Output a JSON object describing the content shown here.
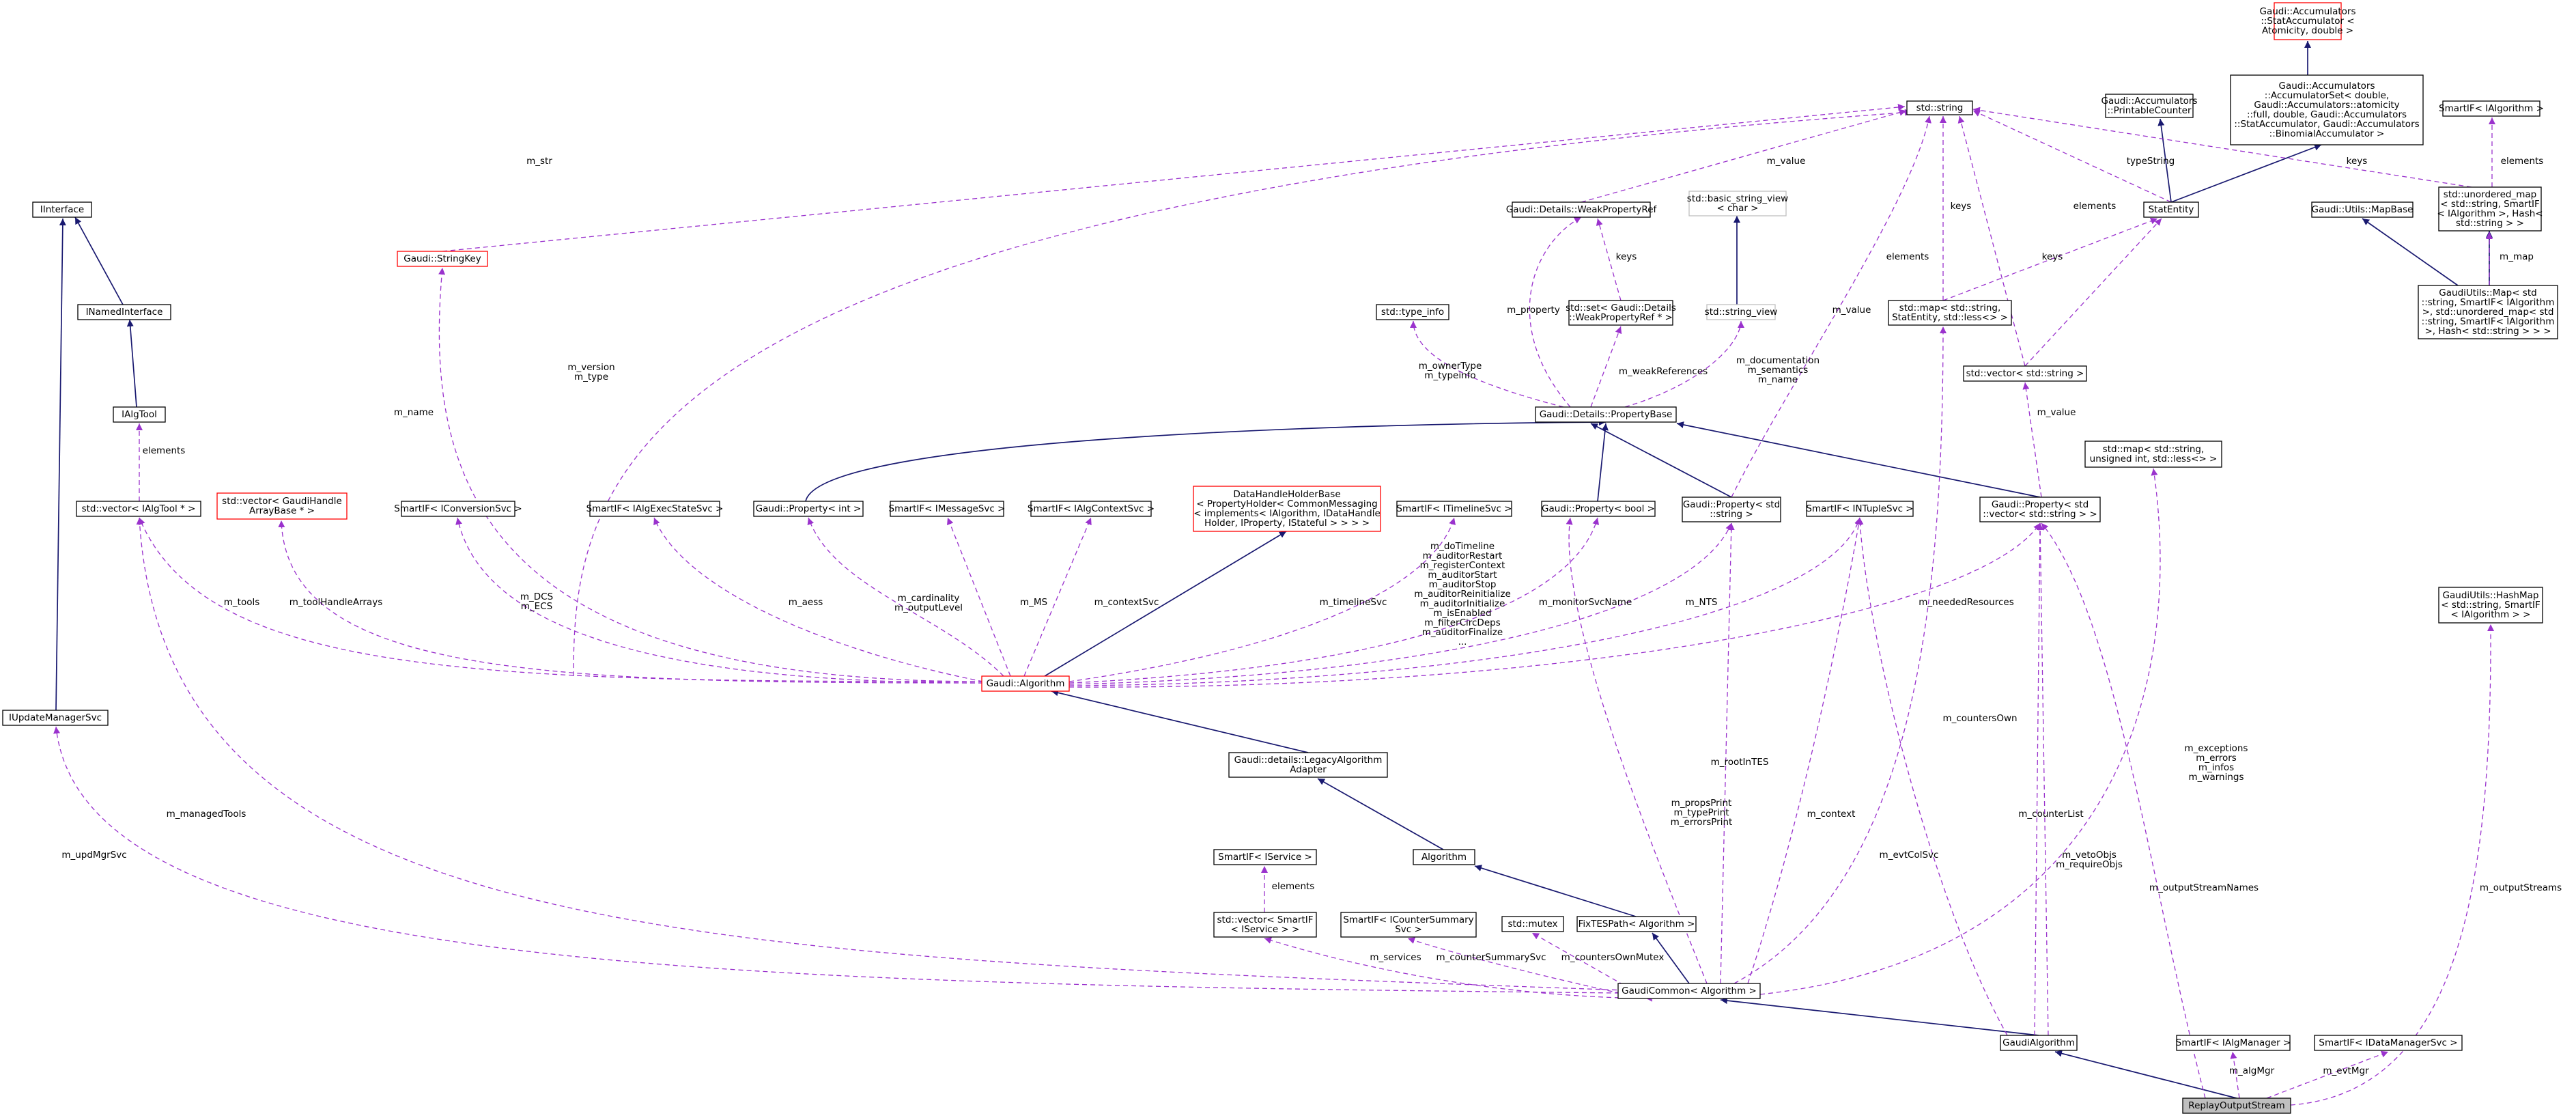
{
  "colors": {
    "inheritance_edge": "#191970",
    "usage_edge": "#9a32cd",
    "node_border": "#000000",
    "undocumented_node_border": "#ff0000",
    "external_node_border": "#bfbfbf",
    "focus_node_fill": "#bfbfbf"
  },
  "nodes": [
    {
      "id": "n_acc_stataccum",
      "lines": [
        "Gaudi::Accumulators",
        "::StatAccumulator <",
        "Atomicity, double >"
      ],
      "style": "red"
    },
    {
      "id": "n_std_string",
      "lines": [
        "std::string"
      ],
      "style": "normal"
    },
    {
      "id": "n_printable",
      "lines": [
        "Gaudi::Accumulators",
        "::PrintableCounter"
      ],
      "style": "normal"
    },
    {
      "id": "n_acc_set",
      "lines": [
        "Gaudi::Accumulators",
        "::AccumulatorSet< double,",
        "Gaudi::Accumulators::atomicity",
        "::full, double, Gaudi::Accumulators",
        "::StatAccumulator, Gaudi::Accumulators",
        "::BinomialAccumulator >"
      ],
      "style": "normal"
    },
    {
      "id": "n_smartif_ialg_top",
      "lines": [
        "SmartIF< IAlgorithm >"
      ],
      "style": "normal"
    },
    {
      "id": "n_iinterface",
      "lines": [
        "IInterface"
      ],
      "style": "normal"
    },
    {
      "id": "n_stringkey",
      "lines": [
        "Gaudi::StringKey"
      ],
      "style": "red"
    },
    {
      "id": "n_weakpropref",
      "lines": [
        "Gaudi::Details::WeakPropertyRef"
      ],
      "style": "normal"
    },
    {
      "id": "n_basic_sv",
      "lines": [
        "std::basic_string_view",
        "< char >"
      ],
      "style": "gray"
    },
    {
      "id": "n_statentity",
      "lines": [
        "StatEntity"
      ],
      "style": "normal"
    },
    {
      "id": "n_unordered_map",
      "lines": [
        "std::unordered_map",
        "< std::string, SmartIF",
        "< IAlgorithm >, Hash<",
        "std::string > >"
      ],
      "style": "normal"
    },
    {
      "id": "n_mapbase",
      "lines": [
        "Gaudi::Utils::MapBase"
      ],
      "style": "normal"
    },
    {
      "id": "n_inamedinterface",
      "lines": [
        "INamedInterface"
      ],
      "style": "normal"
    },
    {
      "id": "n_type_info",
      "lines": [
        "std::type_info"
      ],
      "style": "normal"
    },
    {
      "id": "n_set_weakref",
      "lines": [
        "std::set< Gaudi::Details",
        "::WeakPropertyRef * >"
      ],
      "style": "normal"
    },
    {
      "id": "n_string_view",
      "lines": [
        "std::string_view"
      ],
      "style": "gray"
    },
    {
      "id": "n_map_statentity",
      "lines": [
        "std::map< std::string,",
        "StatEntity, std::less<> >"
      ],
      "style": "normal"
    },
    {
      "id": "n_gaudiutils_map",
      "lines": [
        "GaudiUtils::Map< std",
        "::string, SmartIF< IAlgorithm",
        ">, std::unordered_map< std",
        "::string, SmartIF< IAlgorithm",
        ">, Hash< std::string > > >"
      ],
      "style": "normal"
    },
    {
      "id": "n_ialgtool",
      "lines": [
        "IAlgTool"
      ],
      "style": "normal"
    },
    {
      "id": "n_vector_string",
      "lines": [
        "std::vector< std::string >"
      ],
      "style": "normal"
    },
    {
      "id": "n_propertybase",
      "lines": [
        "Gaudi::Details::PropertyBase"
      ],
      "style": "normal"
    },
    {
      "id": "n_map_uint",
      "lines": [
        "std::map< std::string,",
        "unsigned int, std::less<> >"
      ],
      "style": "normal"
    },
    {
      "id": "n_vector_ialgtool",
      "lines": [
        "std::vector< IAlgTool * >"
      ],
      "style": "normal"
    },
    {
      "id": "n_vector_handle",
      "lines": [
        "std::vector< GaudiHandle",
        "ArrayBase * >"
      ],
      "style": "red"
    },
    {
      "id": "n_smartif_iconv",
      "lines": [
        "SmartIF< IConversionSvc >"
      ],
      "style": "normal"
    },
    {
      "id": "n_smartif_iexec",
      "lines": [
        "SmartIF< IAlgExecStateSvc >"
      ],
      "style": "normal"
    },
    {
      "id": "n_prop_int",
      "lines": [
        "Gaudi::Property< int >"
      ],
      "style": "normal"
    },
    {
      "id": "n_smartif_imsg",
      "lines": [
        "SmartIF< IMessageSvc >"
      ],
      "style": "normal"
    },
    {
      "id": "n_smartif_ictx",
      "lines": [
        "SmartIF< IAlgContextSvc >"
      ],
      "style": "normal"
    },
    {
      "id": "n_datahandleholder",
      "lines": [
        "DataHandleHolderBase",
        "< PropertyHolder< CommonMessaging",
        "< implements< IAlgorithm, IDataHandle",
        "Holder, IProperty, IStateful > > > >"
      ],
      "style": "red"
    },
    {
      "id": "n_smartif_itimeline",
      "lines": [
        "SmartIF< ITimelineSvc >"
      ],
      "style": "normal"
    },
    {
      "id": "n_prop_bool",
      "lines": [
        "Gaudi::Property< bool >"
      ],
      "style": "normal"
    },
    {
      "id": "n_prop_string",
      "lines": [
        "Gaudi::Property< std",
        "::string >"
      ],
      "style": "normal"
    },
    {
      "id": "n_smartif_intuple",
      "lines": [
        "SmartIF< INTupleSvc >"
      ],
      "style": "normal"
    },
    {
      "id": "n_prop_vecstring",
      "lines": [
        "Gaudi::Property< std",
        "::vector< std::string > >"
      ],
      "style": "normal"
    },
    {
      "id": "n_hashmap",
      "lines": [
        "GaudiUtils::HashMap",
        "< std::string, SmartIF",
        "< IAlgorithm > >"
      ],
      "style": "normal"
    },
    {
      "id": "n_gaudi_algorithm",
      "lines": [
        "Gaudi::Algorithm"
      ],
      "style": "red"
    },
    {
      "id": "n_iupdatemanager",
      "lines": [
        "IUpdateManagerSvc"
      ],
      "style": "normal"
    },
    {
      "id": "n_legacy_adapter",
      "lines": [
        "Gaudi::details::LegacyAlgorithm",
        "Adapter"
      ],
      "style": "normal"
    },
    {
      "id": "n_algorithm",
      "lines": [
        "Algorithm"
      ],
      "style": "normal"
    },
    {
      "id": "n_smartif_iservice",
      "lines": [
        "SmartIF< IService >"
      ],
      "style": "normal"
    },
    {
      "id": "n_vector_smartif_iservice",
      "lines": [
        "std::vector< SmartIF",
        "< IService > >"
      ],
      "style": "normal"
    },
    {
      "id": "n_smartif_icounter",
      "lines": [
        "SmartIF< ICounterSummary",
        "Svc >"
      ],
      "style": "normal"
    },
    {
      "id": "n_mutex",
      "lines": [
        "std::mutex"
      ],
      "style": "normal"
    },
    {
      "id": "n_fixtespath",
      "lines": [
        "FixTESPath< Algorithm >"
      ],
      "style": "normal"
    },
    {
      "id": "n_gaudicommon",
      "lines": [
        "GaudiCommon< Algorithm >"
      ],
      "style": "normal"
    },
    {
      "id": "n_gaudialgorithm",
      "lines": [
        "GaudiAlgorithm"
      ],
      "style": "normal"
    },
    {
      "id": "n_smartif_ialgmgr",
      "lines": [
        "SmartIF< IAlgManager >"
      ],
      "style": "normal"
    },
    {
      "id": "n_smartif_idatamgr",
      "lines": [
        "SmartIF< IDataManagerSvc >"
      ],
      "style": "normal"
    },
    {
      "id": "n_replay",
      "lines": [
        "ReplayOutputStream"
      ],
      "style": "focus"
    }
  ],
  "edge_labels": [
    {
      "id": "l_m_str",
      "lines": [
        "m_str"
      ]
    },
    {
      "id": "l_m_value_top",
      "lines": [
        "m_value"
      ]
    },
    {
      "id": "l_typestring",
      "lines": [
        "typeString"
      ]
    },
    {
      "id": "l_keys_top",
      "lines": [
        "keys"
      ]
    },
    {
      "id": "l_elements_smartif",
      "lines": [
        "elements"
      ]
    },
    {
      "id": "l_keys_set",
      "lines": [
        "keys"
      ]
    },
    {
      "id": "l_keys_map",
      "lines": [
        "keys"
      ]
    },
    {
      "id": "l_elements_map",
      "lines": [
        "elements"
      ]
    },
    {
      "id": "l_elements_vec",
      "lines": [
        "elements"
      ]
    },
    {
      "id": "l_keys_vec",
      "lines": [
        "keys"
      ]
    },
    {
      "id": "l_m_map",
      "lines": [
        "m_map"
      ]
    },
    {
      "id": "l_m_property",
      "lines": [
        "m_property"
      ]
    },
    {
      "id": "l_m_value_prop",
      "lines": [
        "m_value"
      ]
    },
    {
      "id": "l_m_version",
      "lines": [
        "m_version",
        "m_type"
      ]
    },
    {
      "id": "l_m_name",
      "lines": [
        "m_name"
      ]
    },
    {
      "id": "l_m_ownertype",
      "lines": [
        "m_ownerType",
        "m_typeinfo"
      ]
    },
    {
      "id": "l_m_weakrefs",
      "lines": [
        "m_weakReferences"
      ]
    },
    {
      "id": "l_m_documentation",
      "lines": [
        "m_documentation",
        "m_semantics",
        "m_name"
      ]
    },
    {
      "id": "l_elements_tool",
      "lines": [
        "elements"
      ]
    },
    {
      "id": "l_m_value_vec",
      "lines": [
        "m_value"
      ]
    },
    {
      "id": "l_m_tools",
      "lines": [
        "m_tools"
      ]
    },
    {
      "id": "l_m_toolhandles",
      "lines": [
        "m_toolHandleArrays"
      ]
    },
    {
      "id": "l_m_dcs",
      "lines": [
        "m_DCS",
        "m_ECS"
      ]
    },
    {
      "id": "l_m_aess",
      "lines": [
        "m_aess"
      ]
    },
    {
      "id": "l_m_cardinality",
      "lines": [
        "m_cardinality",
        "m_outputLevel"
      ]
    },
    {
      "id": "l_m_ms",
      "lines": [
        "m_MS"
      ]
    },
    {
      "id": "l_m_contextsvc",
      "lines": [
        "m_contextSvc"
      ]
    },
    {
      "id": "l_m_timelinesvc",
      "lines": [
        "m_timelineSvc"
      ]
    },
    {
      "id": "l_m_dotimeline",
      "lines": [
        "m_doTimeline",
        "m_auditorRestart",
        "m_registerContext",
        "m_auditorStart",
        "m_auditorStop",
        "m_auditorReinitialize",
        "m_auditorInitialize",
        "m_isEnabled",
        "m_filterCircDeps",
        "m_auditorFinalize",
        "..."
      ]
    },
    {
      "id": "l_m_monitorsvcname",
      "lines": [
        "m_monitorSvcName"
      ]
    },
    {
      "id": "l_m_nts",
      "lines": [
        "m_NTS"
      ]
    },
    {
      "id": "l_m_neededresources",
      "lines": [
        "m_neededResources"
      ]
    },
    {
      "id": "l_m_exceptions",
      "lines": [
        "m_exceptions",
        "m_errors",
        "m_infos",
        "m_warnings"
      ]
    },
    {
      "id": "l_m_countersown",
      "lines": [
        "m_countersOwn"
      ]
    },
    {
      "id": "l_m_rootintes",
      "lines": [
        "m_rootInTES"
      ]
    },
    {
      "id": "l_m_propsprint",
      "lines": [
        "m_propsPrint",
        "m_typePrint",
        "m_errorsPrint"
      ]
    },
    {
      "id": "l_m_context",
      "lines": [
        "m_context"
      ]
    },
    {
      "id": "l_m_evtcolsvc",
      "lines": [
        "m_evtColSvc"
      ]
    },
    {
      "id": "l_m_counterlist",
      "lines": [
        "m_counterList"
      ]
    },
    {
      "id": "l_m_vetoobjs",
      "lines": [
        "m_vetoObjs",
        "m_requireObjs"
      ]
    },
    {
      "id": "l_m_outputstreamnames",
      "lines": [
        "m_outputStreamNames"
      ]
    },
    {
      "id": "l_m_outputstreams",
      "lines": [
        "m_outputStreams"
      ]
    },
    {
      "id": "l_m_managedtools",
      "lines": [
        "m_managedTools"
      ]
    },
    {
      "id": "l_m_updmgrsvc",
      "lines": [
        "m_updMgrSvc"
      ]
    },
    {
      "id": "l_elements_svc",
      "lines": [
        "elements"
      ]
    },
    {
      "id": "l_m_services",
      "lines": [
        "m_services"
      ]
    },
    {
      "id": "l_m_countersummarysvc",
      "lines": [
        "m_counterSummarySvc"
      ]
    },
    {
      "id": "l_m_countersownmutex",
      "lines": [
        "m_countersOwnMutex"
      ]
    },
    {
      "id": "l_m_algmgr",
      "lines": [
        "m_algMgr"
      ]
    },
    {
      "id": "l_m_evtmgr",
      "lines": [
        "m_evtMgr"
      ]
    }
  ]
}
